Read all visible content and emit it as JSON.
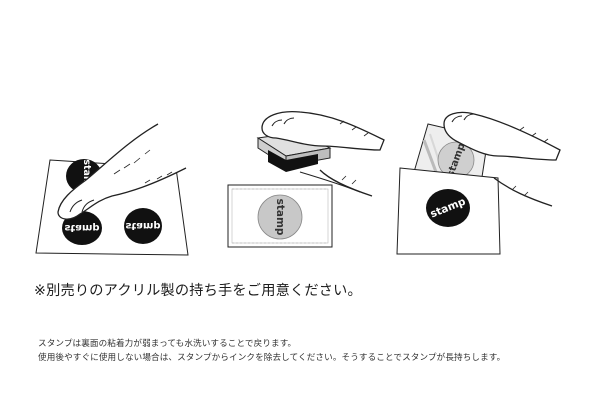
{
  "stamp_labels": {
    "stamp_left_top": "stamp",
    "stamp_left_bottom": "stamp",
    "stamp_left_right": "stamp",
    "stamp_middle": "stamp",
    "stamp_right_sheet": "stamp",
    "stamp_right_result": "stamp"
  },
  "note": "※別売りのアクリル製の持ち手をご用意ください。",
  "description": {
    "line1": "スタンプは裏面の粘着力が弱まっても水洗いすることで戻ります。",
    "line2": "使用後やすぐに使用しない場合は、スタンプからインクを除去してください。そうすることでスタンプが長持ちします。"
  }
}
